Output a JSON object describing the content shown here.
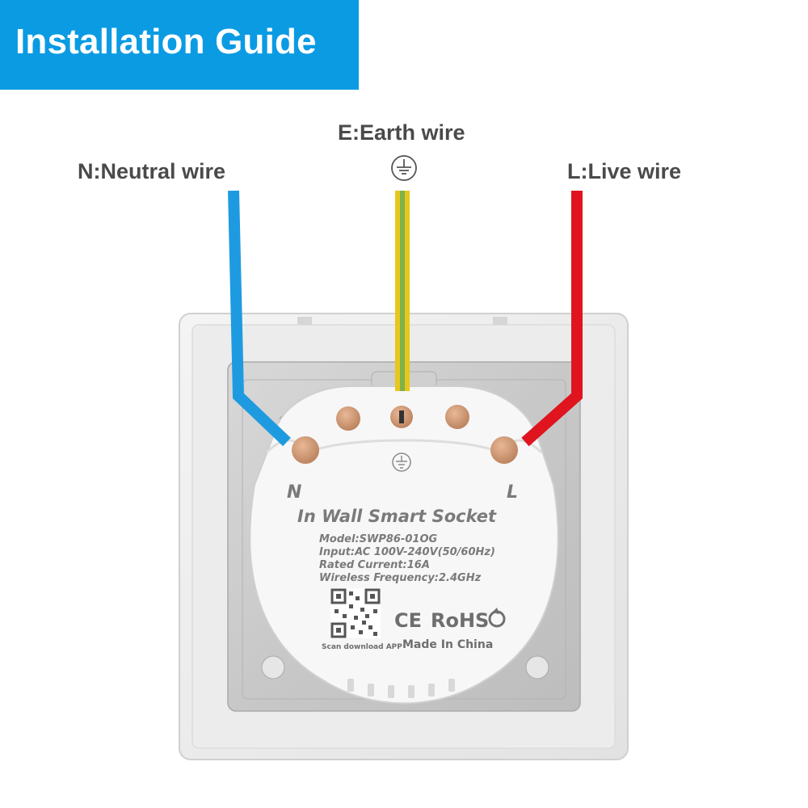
{
  "header": {
    "title": "Installation Guide"
  },
  "labels": {
    "earth": "E:Earth wire",
    "neutral": "N:Neutral wire",
    "live": "L:Live wire"
  },
  "module": {
    "n_mark": "N",
    "l_mark": "L",
    "product_name": "In Wall Smart Socket",
    "model": "Model:SWP86-01OG",
    "input": "Input:AC 100V-240V(50/60Hz)",
    "rated_current": "Rated Current:16A",
    "wireless": "Wireless Frequency:2.4GHz",
    "scan_text": "Scan download APP",
    "ce": "CE",
    "rohs": "RoHS",
    "made_in": "Made In China"
  },
  "colors": {
    "banner": "#0b9be3",
    "neutral_wire": "#1e9be0",
    "live_wire": "#e0141e",
    "earth_yellow": "#e8c61c",
    "earth_green": "#7fb24a",
    "terminal": "#d49a74"
  }
}
